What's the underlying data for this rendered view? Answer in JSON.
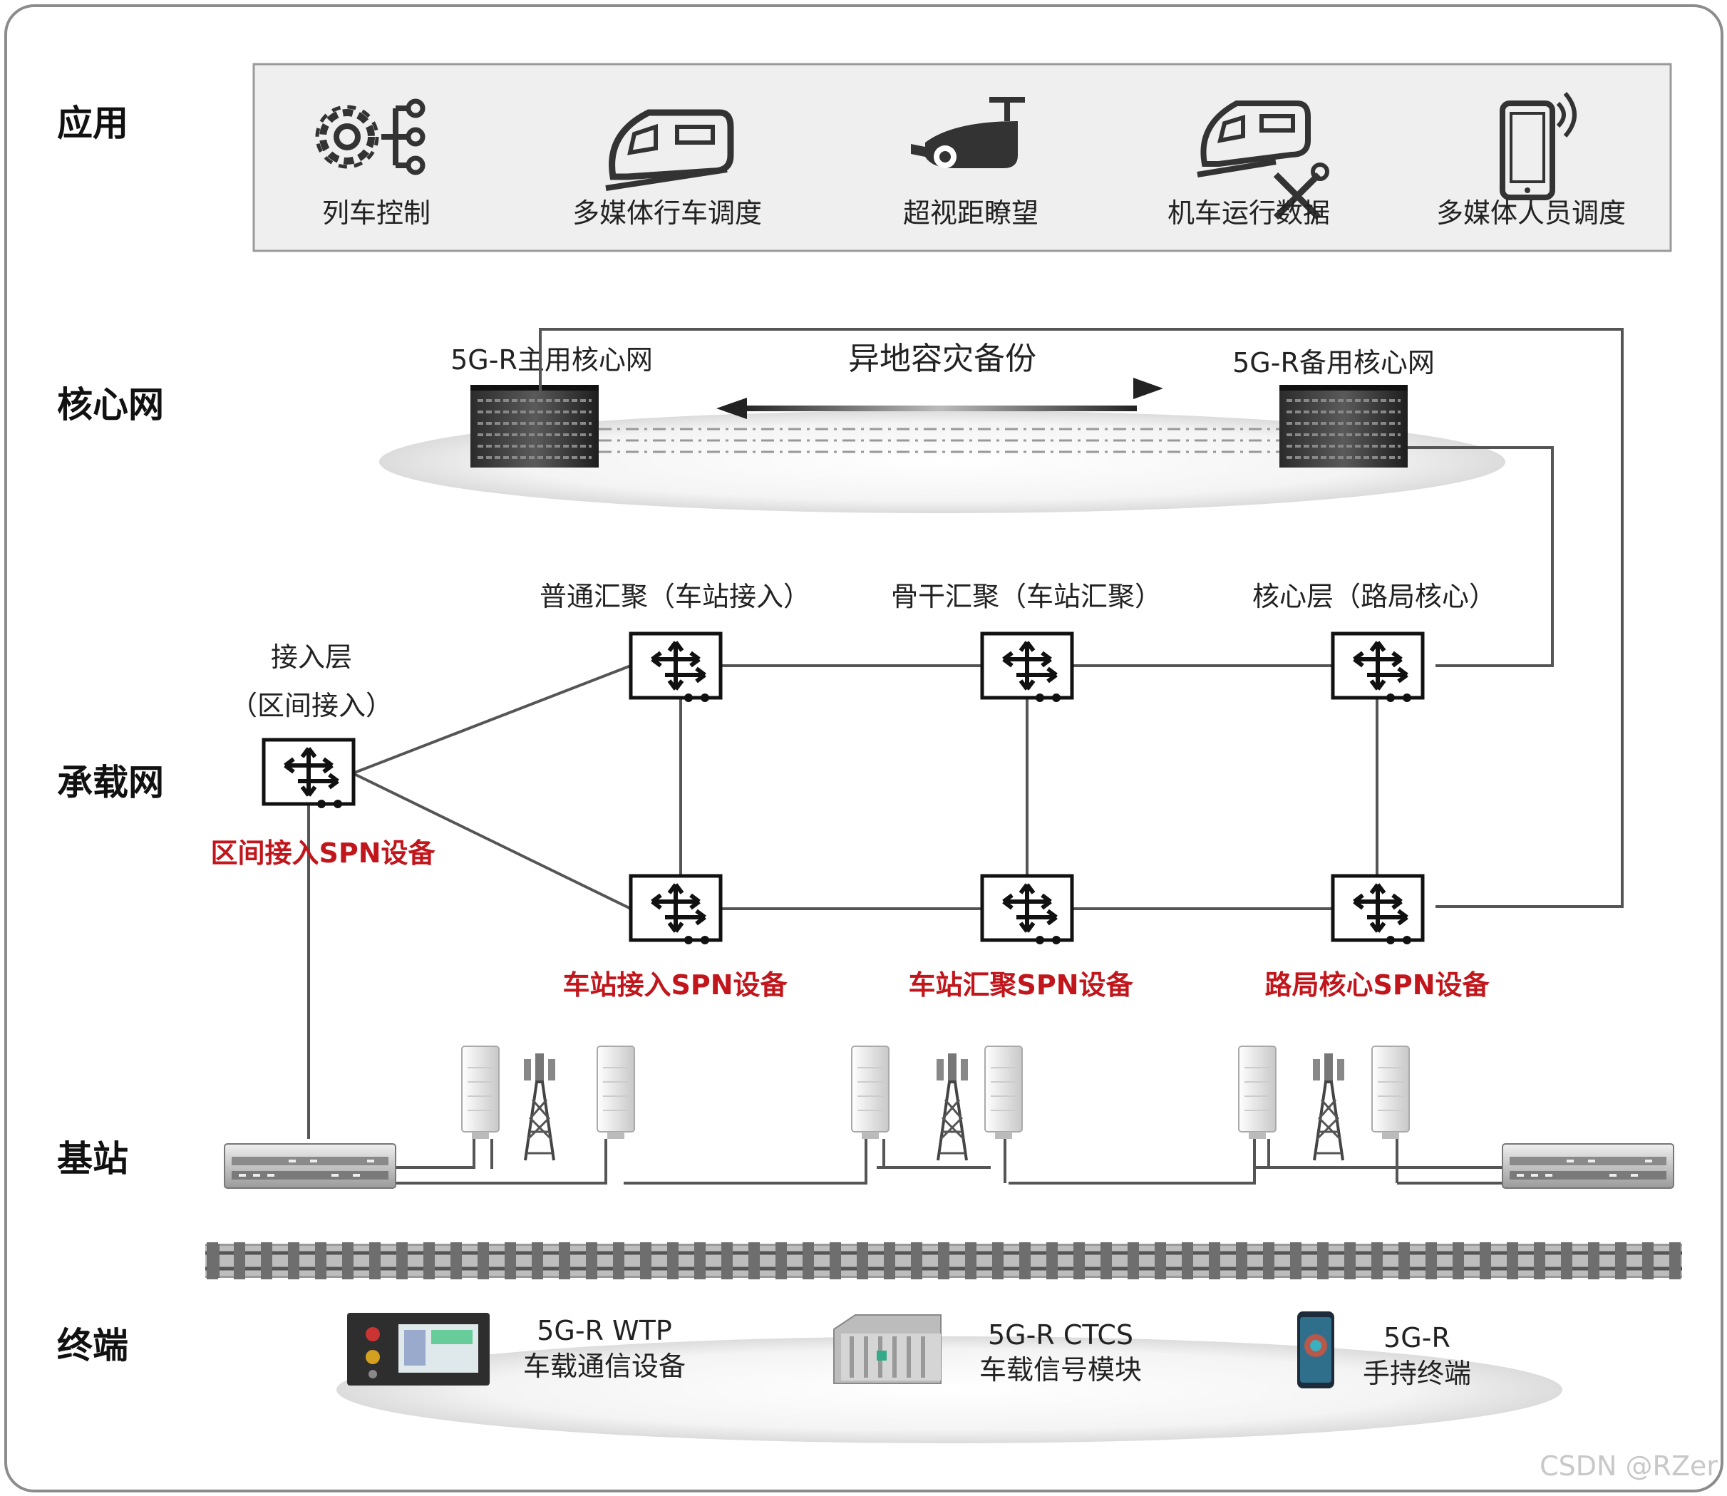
{
  "layers": {
    "app": "应用",
    "core": "核心网",
    "bearer": "承载网",
    "base": "基站",
    "terminal": "终端"
  },
  "apps": [
    {
      "label": "列车控制",
      "icon": "gear-network-icon"
    },
    {
      "label": "多媒体行车调度",
      "icon": "train-icon"
    },
    {
      "label": "超视距瞭望",
      "icon": "camera-icon"
    },
    {
      "label": "机车运行数据",
      "icon": "train-tools-icon"
    },
    {
      "label": "多媒体人员调度",
      "icon": "mobile-phone-icon"
    }
  ],
  "core": {
    "main": "5G-R主用核心网",
    "backup": "5G-R备用核心网",
    "disaster": "异地容灾备份"
  },
  "bearer": {
    "access_layer_line1": "接入层",
    "access_layer_line2": "（区间接入）",
    "normal_agg": "普通汇聚（车站接入）",
    "backbone_agg": "骨干汇聚（车站汇聚）",
    "core_layer": "核心层（路局核心）",
    "section_spn": "区间接入SPN设备",
    "station_access_spn": "车站接入SPN设备",
    "station_agg_spn": "车站汇聚SPN设备",
    "bureau_core_spn": "路局核心SPN设备"
  },
  "terminals": [
    {
      "line1": "5G-R WTP",
      "line2": "车载通信设备"
    },
    {
      "line1": "5G-R CTCS",
      "line2": "车载信号模块"
    },
    {
      "line1": "5G-R",
      "line2": "手持终端"
    }
  ],
  "watermark": "CSDN @RZer"
}
